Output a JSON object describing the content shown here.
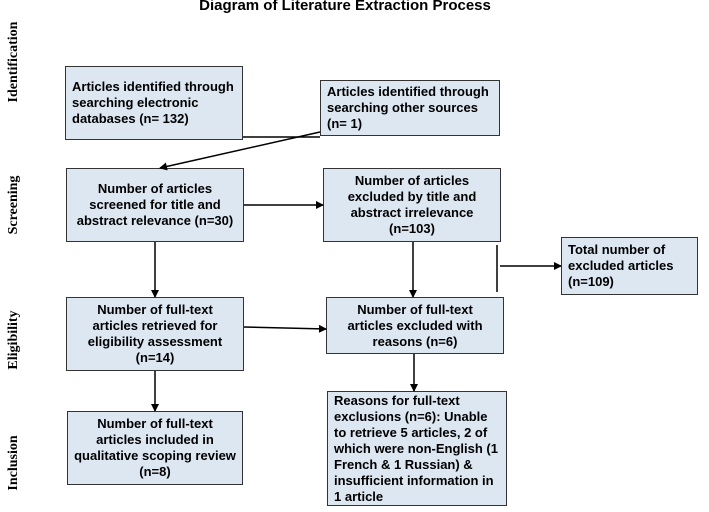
{
  "title": "Diagram of Literature Extraction Process",
  "stages": {
    "identification": "Identification",
    "screening": "Screening",
    "eligibility": "Eligibility",
    "inclusion": "Inclusion"
  },
  "boxes": {
    "databases": "Articles identified through searching electronic databases (n= 132)",
    "other_sources": "Articles identified through searching other sources (n= 1)",
    "screened": "Number of articles screened for title and abstract relevance (n=30)",
    "excluded_title": "Number of articles excluded by title and abstract irrelevance (n=103)",
    "total_excluded": "Total number of excluded articles (n=109)",
    "fulltext_retrieved": "Number of full-text articles retrieved for eligibility assessment (n=14)",
    "fulltext_excluded": "Number of full-text articles excluded with reasons (n=6)",
    "included": "Number of full-text articles included in qualitative scoping review (n=8)",
    "reasons": "Reasons for full-text exclusions (n=6): Unable to retrieve 5 articles, 2 of which were non-English (1 French & 1 Russian) & insufficient information in 1 article"
  },
  "colors": {
    "box_fill": "#dde7f2",
    "box_border": "#333333",
    "arrow": "#000000"
  }
}
